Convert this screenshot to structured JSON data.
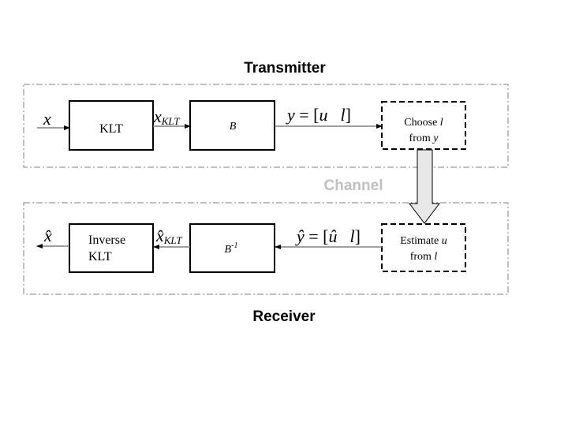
{
  "titles": {
    "transmitter": "Transmitter",
    "channel": "Channel",
    "receiver": "Receiver"
  },
  "transmitter": {
    "input_label": "x",
    "klt_label": "KLT",
    "klt_out_main": "x",
    "klt_out_sub": "KLT",
    "b_label": "B",
    "y_eq": {
      "lhs": "y",
      "eq": " = [",
      "u": "u",
      "l": "l",
      "close": "]"
    },
    "choose": {
      "line1_a": "Choose ",
      "line1_b": "l",
      "line2_a": "from ",
      "line2_b": "y"
    }
  },
  "receiver": {
    "output_label": "x̂",
    "inv_klt_line1": "Inverse",
    "inv_klt_line2": "KLT",
    "xhat_main": "x̂",
    "xhat_sub": "KLT",
    "binv_base": "B",
    "binv_sup": "-1",
    "yhat_eq": {
      "lhs": "ŷ",
      "eq": " = [",
      "u": "û",
      "l": "l",
      "close": "]"
    },
    "estimate": {
      "line1_a": "Estimate ",
      "line1_b": "u",
      "line2_a": "from ",
      "line2_b": "l"
    }
  },
  "colors": {
    "title": "#000000",
    "channel": "#c0c0c0",
    "frame": "#808080",
    "line": "#808080",
    "arrow_fill": "#e8e8e8"
  }
}
